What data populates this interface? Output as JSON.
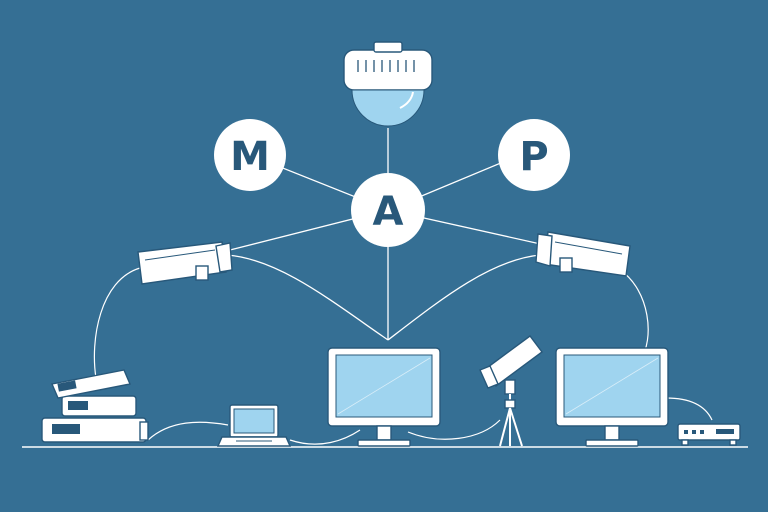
{
  "nodes": [
    {
      "id": "M",
      "letter": "M"
    },
    {
      "id": "A",
      "letter": "A"
    },
    {
      "id": "P",
      "letter": "P"
    }
  ],
  "colors": {
    "background": "#356f94",
    "foreground": "#ffffff",
    "screen": "#9fd4ef",
    "accent": "#28587a"
  },
  "icons": [
    "dome-camera-icon",
    "bullet-camera-icon",
    "monitor-icon",
    "laptop-icon",
    "tripod-camera-icon",
    "dvr-stack-icon",
    "router-icon"
  ]
}
